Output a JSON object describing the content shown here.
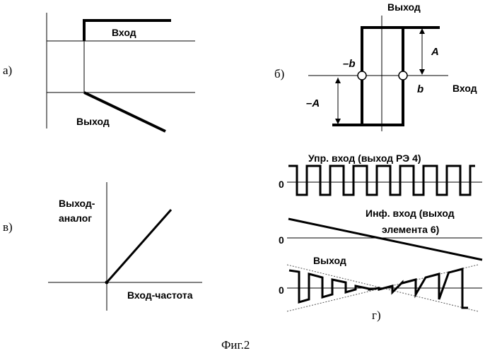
{
  "panels": {
    "a": {
      "label": "а)",
      "input": "Вход",
      "output": "Выход"
    },
    "b": {
      "label": "б)",
      "y_axis": "Выход",
      "x_axis": "Вход",
      "neg_b": "–b",
      "pos_b": "b",
      "pos_A": "A",
      "neg_A": "–A"
    },
    "v": {
      "label": "в)",
      "y_axis_line1": "Выход-",
      "y_axis_line2": "аналог",
      "x_axis": "Вход-частота"
    },
    "g": {
      "label": "г)",
      "control_input": "Упр. вход (выход РЭ 4)",
      "info_input_line1": "Инф. вход (выход",
      "info_input_line2": "элемента 6)",
      "output": "Выход",
      "zero": "0"
    }
  },
  "caption": "Фиг.2"
}
